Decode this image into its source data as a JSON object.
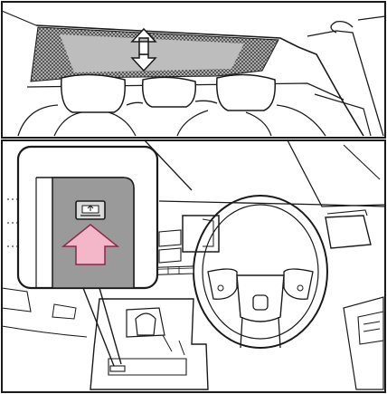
{
  "figure": {
    "top_panel": {
      "subject": "rear-sunshade-raised-view"
    },
    "bottom_panel": {
      "subject": "dashboard-with-sunshade-switch-callout",
      "switch_icon": "rear-sunshade-switch-icon",
      "press_indicator": "pink-press-arrow"
    },
    "colors": {
      "line": "#1a1a1a",
      "shade_fill": "#bdbdbd",
      "switch_panel": "#9a9a9a",
      "press_arrow": "#f4b6c9",
      "press_arrow_edge": "#8a2a4a"
    }
  }
}
